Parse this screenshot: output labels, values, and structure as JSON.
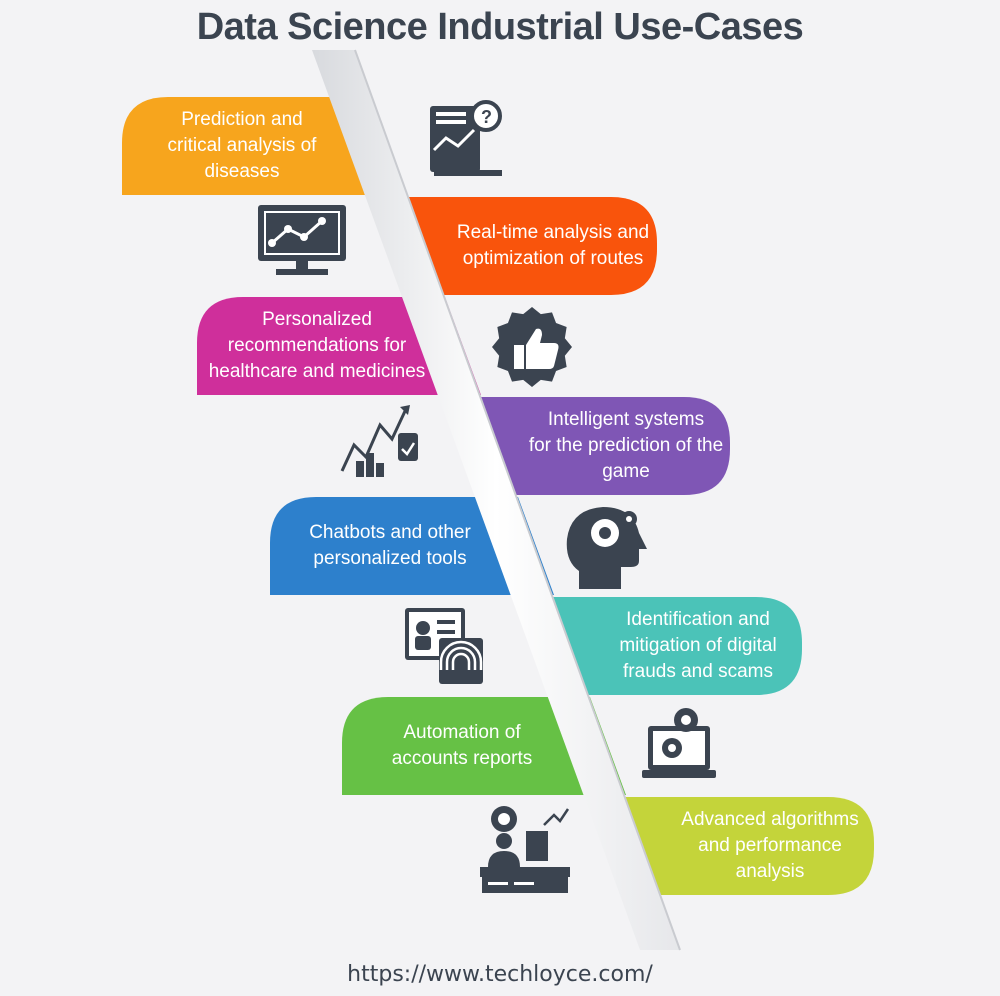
{
  "title": "Data Science Industrial Use-Cases",
  "footer": "https://www.techloyce.com/",
  "use_cases": [
    {
      "label": "Prediction and\ncritical analysis of\ndiseases",
      "color": "#f7a51d",
      "icon": "report-analysis-icon"
    },
    {
      "label": "Real-time analysis and\noptimization of routes",
      "color": "#f9540c",
      "icon": "monitor-chart-icon"
    },
    {
      "label": "Personalized\nrecommendations for\nhealthcare and medicines",
      "color": "#cf2f9b",
      "icon": "thumbs-up-badge-icon"
    },
    {
      "label": "Intelligent systems\nfor the prediction of the\ngame",
      "color": "#7f56b5",
      "icon": "growth-chart-icon"
    },
    {
      "label": "Chatbots and other\npersonalized tools",
      "color": "#2d80cc",
      "icon": "head-gears-icon"
    },
    {
      "label": "Identification and\nmitigation of digital\nfrauds and scams",
      "color": "#4bc3b8",
      "icon": "fingerprint-identity-icon"
    },
    {
      "label": "Automation of\naccounts reports",
      "color": "#66c145",
      "icon": "laptop-gears-icon"
    },
    {
      "label": "Advanced algorithms\nand performance\nanalysis",
      "color": "#c4d43a",
      "icon": "desk-worker-gear-icon"
    }
  ]
}
